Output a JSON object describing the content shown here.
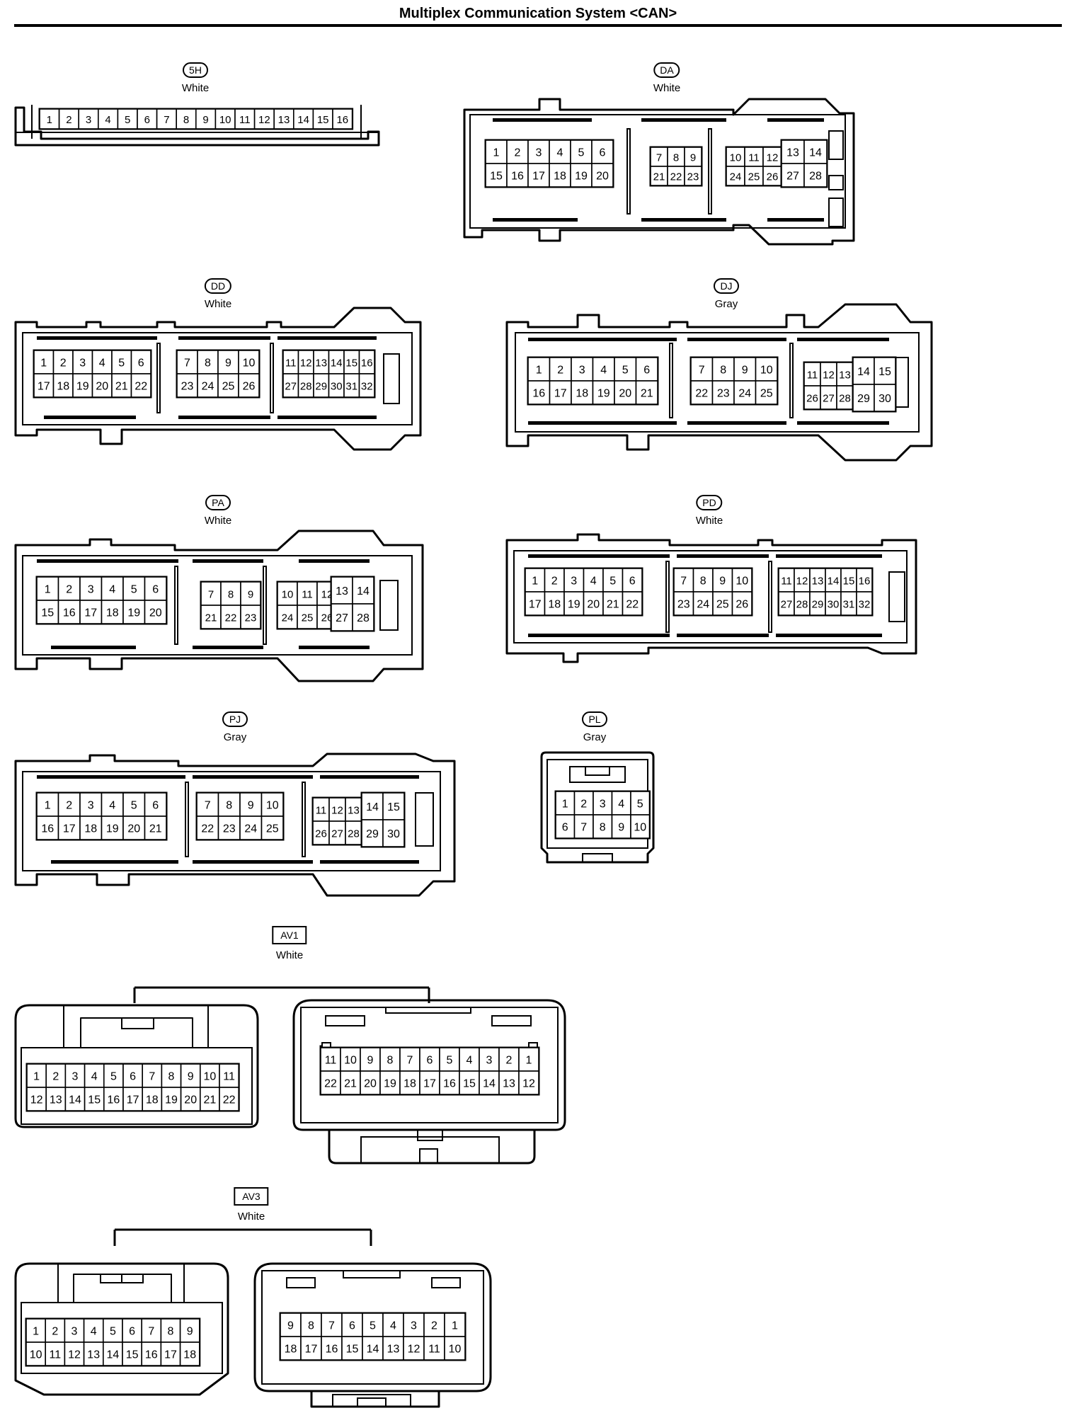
{
  "title": "Multiplex Communication System <CAN>",
  "connectors": [
    {
      "id": "5H",
      "color": "White"
    },
    {
      "id": "DA",
      "color": "White"
    },
    {
      "id": "DD",
      "color": "White"
    },
    {
      "id": "DJ",
      "color": "Gray"
    },
    {
      "id": "PA",
      "color": "White"
    },
    {
      "id": "PD",
      "color": "White"
    },
    {
      "id": "PJ",
      "color": "Gray"
    },
    {
      "id": "PL",
      "color": "Gray"
    },
    {
      "id": "AV1",
      "color": "White"
    },
    {
      "id": "AV3",
      "color": "White"
    }
  ]
}
